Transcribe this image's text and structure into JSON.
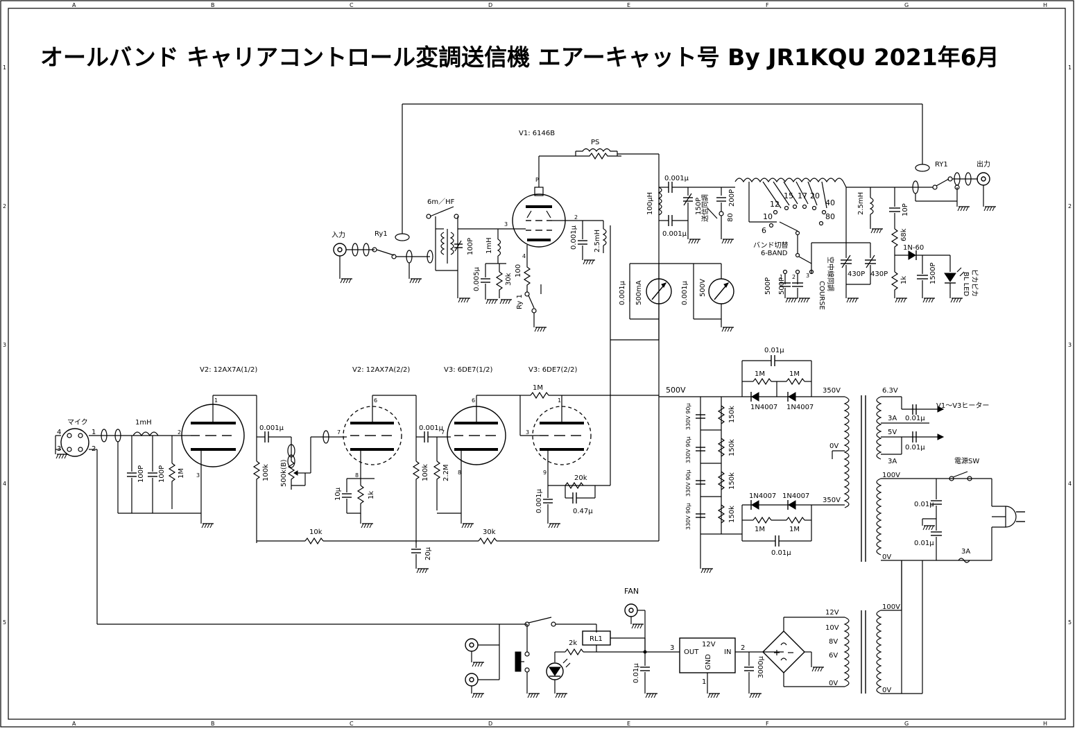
{
  "title": "オールバンド  キャリアコントロール変調送信機  エアーキャット号  By  JR1KQU  2021年6月",
  "border": {
    "columns": [
      "A",
      "B",
      "C",
      "D",
      "E",
      "F",
      "G",
      "H"
    ],
    "rows": [
      "1",
      "2",
      "3",
      "4",
      "5"
    ]
  },
  "tubes": {
    "v1": "V1: 6146B",
    "v2a": "V2: 12AX7A(1/2)",
    "v2b": "V2: 12AX7A(2/2)",
    "v3a": "V3: 6DE7(1/2)",
    "v3b": "V3: 6DE7(2/2)"
  },
  "rf": {
    "ps": "PS",
    "input": "入力",
    "output": "出力",
    "ry1_in": "Ry1",
    "ry1_out": "RY1",
    "ry1_cath": "Ry 1",
    "hf_switch": "6m／HF",
    "c_100p": "100P",
    "l_1mh": "1mH",
    "c_0005": "0.005μ",
    "r_30k": "30k",
    "r_100": "100",
    "c_0001_g2": "0.001μ",
    "l_25mh": "2.5mH",
    "c_0001_a": "0.001μ",
    "c_0001_b": "0.001μ",
    "l_100uh": "100μH",
    "c_150p": "150P",
    "tune_label": "送信同調",
    "c_200p": "200P",
    "pin_p": "P",
    "pin_3": "3",
    "pin_2": "2",
    "pin_4": "4",
    "bands": [
      "10",
      "12",
      "15",
      "17",
      "20",
      "40",
      "80",
      "6"
    ],
    "band_switch": "バンド切替",
    "band_6": "6-BAND",
    "band_80": "80",
    "load_label": "空中線同調",
    "course": "COURSE",
    "c_500p_a": "500P",
    "c_500p_b": "500P",
    "c_430p_a": "430P",
    "c_430p_b": "430P",
    "c_10p": "10P",
    "r_68k": "68k",
    "r_1k_det": "1k",
    "d_1n60": "1N-60",
    "c_1500p": "1500P",
    "led_label": "BL LED",
    "led_sub": "ピカピカ",
    "l_25mh_out": "2.5mH",
    "sw_1": "1",
    "sw_2": "2",
    "sw_3": "3",
    "meter_i_cap": "0.001μ",
    "meter_i": "500mA",
    "meter_v_cap": "0.001μ",
    "meter_v": "500V"
  },
  "audio": {
    "mic": "マイク",
    "pin1": "1",
    "pin2": "2",
    "pin3": "3",
    "pin4": "4",
    "l_1mh": "1mH",
    "c_100p_a": "100P",
    "c_100p_b": "100P",
    "r_1m_g": "1M",
    "c_0001_a": "0.001μ",
    "r_100k_a": "100k",
    "vr_500k": "500k(B)",
    "c_10u": "10μ",
    "r_1k": "1k",
    "c_0001_b": "0.001μ",
    "r_100k_b": "100k",
    "r_22m": "2.2M",
    "r_1m_fb": "1M",
    "r_20k": "20k",
    "c_047": "0.47μ",
    "c_0001_c": "0.001μ",
    "r_10k": "10k",
    "r_30k": "30k",
    "c_20u": "20μ",
    "p_1": "1",
    "p_2": "2",
    "p_3": "3",
    "p_6": "6",
    "p_7": "7",
    "p_8": "8",
    "p_6b": "6",
    "p_7b": "7",
    "p_8b": "8",
    "p_1b": "1",
    "p_3b": "3",
    "p_9": "9"
  },
  "power": {
    "b_plus": "500V",
    "c_caps": [
      "330V 90μ",
      "330V 90μ",
      "330V 90μ",
      "330V 90μ"
    ],
    "r_150k": [
      "150k",
      "150k",
      "150k",
      "150k"
    ],
    "c_top": "0.01μ",
    "r_1m_top_a": "1M",
    "r_1m_top_b": "1M",
    "d_top_a": "1N4007",
    "d_top_b": "1N4007",
    "d_bot_a": "1N4007",
    "d_bot_b": "1N4007",
    "r_1m_bot_a": "1M",
    "r_1m_bot_b": "1M",
    "c_bot": "0.01μ",
    "tr_350v_a": "350V",
    "tr_0v_mid": "0V",
    "tr_350v_b": "350V",
    "tr_63v": "6.3V",
    "tr_3a_a": "3A",
    "tr_5v": "5V",
    "tr_3a_b": "3A",
    "heater": "V1～V3ヒーター",
    "c_001_h1": "0.01μ",
    "c_001_h2": "0.01μ",
    "tr_100v": "100V",
    "tr_0v": "0V",
    "pwr_sw": "電源SW",
    "c_001_l1": "0.01μ",
    "c_001_l2": "0.01μ",
    "fuse": "3A",
    "tr2_12v": "12V",
    "tr2_10v": "10V",
    "tr2_8v": "8V",
    "tr2_6v": "6V",
    "tr2_0v": "0V",
    "tr2_100v": "100V",
    "tr2_0v_p": "0V",
    "reg_12v": "12V",
    "reg_out": "OUT",
    "reg_in": "IN",
    "reg_gnd": "GND",
    "reg_p1": "1",
    "reg_p2": "2",
    "reg_p3": "3",
    "c_3000u": "3000μ",
    "c_001_reg": "0.01μ",
    "fan": "FAN",
    "rl1": "RL1",
    "r_2k": "2k"
  }
}
